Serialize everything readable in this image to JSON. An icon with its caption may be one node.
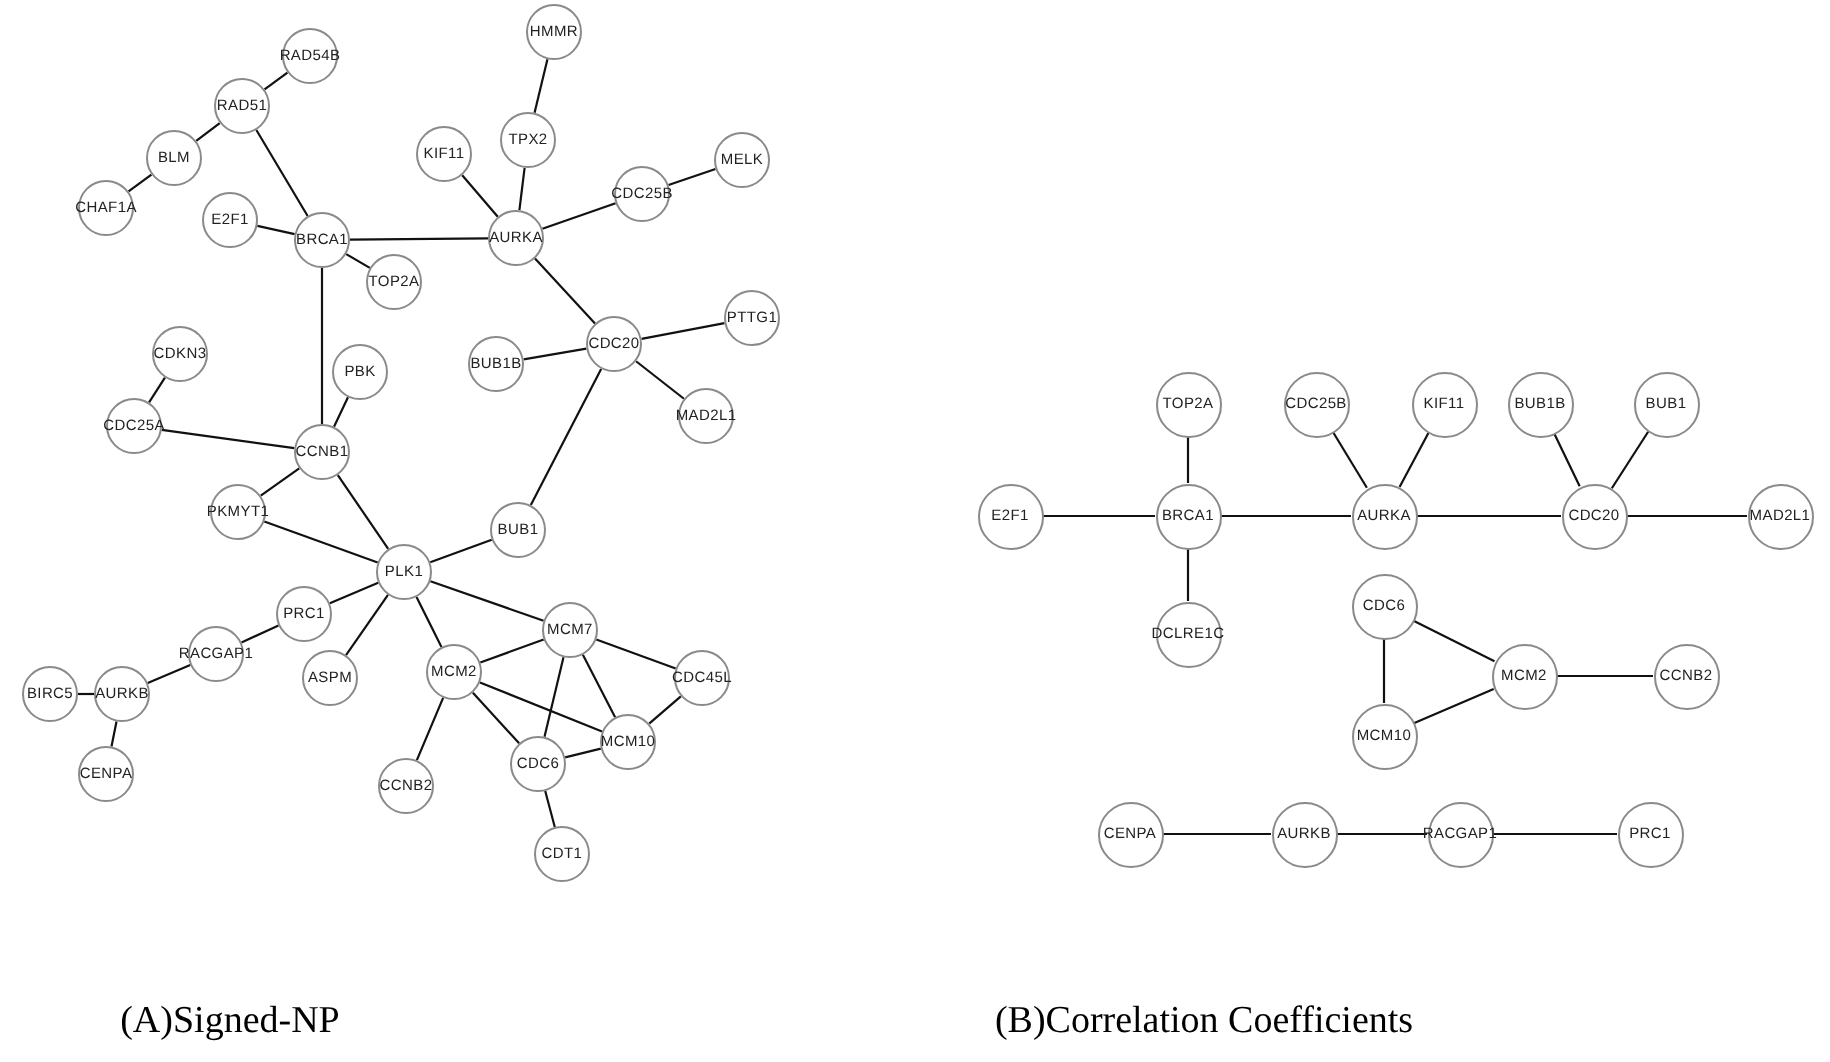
{
  "diagram": {
    "nodes": [
      {
        "text": [
          "HMMR"
        ]
      },
      {
        "text": [
          "RAD54B"
        ]
      },
      {
        "text": [
          "RAD51"
        ]
      },
      {
        "text": [
          "TPX2"
        ]
      },
      {
        "text": [
          "KIF11"
        ]
      },
      {
        "text": [
          "MELK"
        ]
      },
      {
        "text": [
          "BLM"
        ]
      },
      {
        "text": [
          "CDC25B"
        ]
      },
      {
        "text": [
          "CHAF1A"
        ]
      },
      {
        "text": [
          "E2F1"
        ]
      },
      {
        "text": [
          "BRCA1"
        ]
      },
      {
        "text": [
          "AURKA"
        ]
      },
      {
        "text": [
          "TOP2A"
        ]
      },
      {
        "text": [
          "CDKN3"
        ]
      },
      {
        "text": [
          "PBK"
        ]
      },
      {
        "text": [
          "BUB1B"
        ]
      },
      {
        "text": [
          "CDC20"
        ]
      },
      {
        "text": [
          "PTTG1"
        ]
      },
      {
        "text": [
          "MAD2L1"
        ]
      },
      {
        "text": [
          "CDC25A"
        ]
      },
      {
        "text": [
          "CCNB1"
        ]
      },
      {
        "text": [
          "PKMYT1"
        ]
      },
      {
        "text": [
          "BUB1"
        ]
      },
      {
        "text": [
          "PLK1"
        ]
      },
      {
        "text": [
          "PRC1"
        ]
      },
      {
        "text": [
          "RACGAP1"
        ]
      },
      {
        "text": [
          "MCM7"
        ]
      },
      {
        "text": [
          "ASPM"
        ]
      },
      {
        "text": [
          "MCM2"
        ]
      },
      {
        "text": [
          "BIRC5"
        ]
      },
      {
        "text": [
          "AURKB"
        ]
      },
      {
        "text": [
          "CDC45L"
        ]
      },
      {
        "text": [
          "MCM10"
        ]
      },
      {
        "text": [
          "CDC6"
        ]
      },
      {
        "text": [
          "CENPA"
        ]
      },
      {
        "text": [
          "CCNB2"
        ]
      },
      {
        "text": [
          "CDT1"
        ]
      },
      {
        "text": [
          "TOP2A"
        ]
      },
      {
        "text": [
          "CDC25B"
        ]
      },
      {
        "text": [
          "KIF11"
        ]
      },
      {
        "text": [
          "BUB1B"
        ]
      },
      {
        "text": [
          "BUB1"
        ]
      },
      {
        "text": [
          "E2F1"
        ]
      },
      {
        "text": [
          "BRCA1"
        ]
      },
      {
        "text": [
          "AURKA"
        ]
      },
      {
        "text": [
          "CDC20"
        ]
      },
      {
        "text": [
          "MAD2L1"
        ]
      },
      {
        "text": [
          "DCLRE1C"
        ]
      },
      {
        "text": [
          "CDC6"
        ]
      },
      {
        "text": [
          "MCM2"
        ]
      },
      {
        "text": [
          "CCNB2"
        ]
      },
      {
        "text": [
          "MCM10"
        ]
      },
      {
        "text": [
          "CENPA"
        ]
      },
      {
        "text": [
          "AURKB"
        ]
      },
      {
        "text": [
          "RACGAP1"
        ]
      },
      {
        "text": [
          "PRC1"
        ]
      }
    ],
    "edges": [
      {
        "from": 0,
        "to": 3,
        "arrow": "none"
      },
      {
        "from": 3,
        "to": 11,
        "arrow": "none"
      },
      {
        "from": 4,
        "to": 11,
        "arrow": "none"
      },
      {
        "from": 11,
        "to": 7,
        "arrow": "none"
      },
      {
        "from": 7,
        "to": 5,
        "arrow": "none"
      },
      {
        "from": 1,
        "to": 2,
        "arrow": "none"
      },
      {
        "from": 2,
        "to": 6,
        "arrow": "none"
      },
      {
        "from": 6,
        "to": 8,
        "arrow": "none"
      },
      {
        "from": 2,
        "to": 10,
        "arrow": "none"
      },
      {
        "from": 9,
        "to": 10,
        "arrow": "none"
      },
      {
        "from": 10,
        "to": 11,
        "arrow": "none"
      },
      {
        "from": 10,
        "to": 12,
        "arrow": "none"
      },
      {
        "from": 10,
        "to": 20,
        "arrow": "none"
      },
      {
        "from": 11,
        "to": 16,
        "arrow": "none"
      },
      {
        "from": 16,
        "to": 17,
        "arrow": "none"
      },
      {
        "from": 15,
        "to": 16,
        "arrow": "none"
      },
      {
        "from": 16,
        "to": 18,
        "arrow": "none"
      },
      {
        "from": 16,
        "to": 22,
        "arrow": "none"
      },
      {
        "from": 13,
        "to": 19,
        "arrow": "none"
      },
      {
        "from": 19,
        "to": 20,
        "arrow": "none"
      },
      {
        "from": 14,
        "to": 20,
        "arrow": "none"
      },
      {
        "from": 20,
        "to": 21,
        "arrow": "none"
      },
      {
        "from": 20,
        "to": 23,
        "arrow": "none"
      },
      {
        "from": 21,
        "to": 23,
        "arrow": "none"
      },
      {
        "from": 22,
        "to": 23,
        "arrow": "none"
      },
      {
        "from": 23,
        "to": 24,
        "arrow": "none"
      },
      {
        "from": 23,
        "to": 27,
        "arrow": "none"
      },
      {
        "from": 23,
        "to": 28,
        "arrow": "none"
      },
      {
        "from": 23,
        "to": 26,
        "arrow": "none"
      },
      {
        "from": 24,
        "to": 25,
        "arrow": "none"
      },
      {
        "from": 25,
        "to": 30,
        "arrow": "none"
      },
      {
        "from": 29,
        "to": 30,
        "arrow": "none"
      },
      {
        "from": 30,
        "to": 34,
        "arrow": "none"
      },
      {
        "from": 28,
        "to": 26,
        "arrow": "none"
      },
      {
        "from": 26,
        "to": 31,
        "arrow": "none"
      },
      {
        "from": 26,
        "to": 33,
        "arrow": "none"
      },
      {
        "from": 26,
        "to": 32,
        "arrow": "none"
      },
      {
        "from": 28,
        "to": 32,
        "arrow": "none"
      },
      {
        "from": 28,
        "to": 33,
        "arrow": "none"
      },
      {
        "from": 28,
        "to": 35,
        "arrow": "none"
      },
      {
        "from": 31,
        "to": 32,
        "arrow": "none"
      },
      {
        "from": 32,
        "to": 33,
        "arrow": "none"
      },
      {
        "from": 33,
        "to": 36,
        "arrow": "none"
      },
      {
        "from": 42,
        "to": 43,
        "arrow": "none"
      },
      {
        "from": 43,
        "to": 44,
        "arrow": "none"
      },
      {
        "from": 44,
        "to": 45,
        "arrow": "none"
      },
      {
        "from": 45,
        "to": 46,
        "arrow": "none"
      },
      {
        "from": 37,
        "to": 43,
        "arrow": "none"
      },
      {
        "from": 43,
        "to": 47,
        "arrow": "none"
      },
      {
        "from": 38,
        "to": 44,
        "arrow": "none"
      },
      {
        "from": 39,
        "to": 44,
        "arrow": "none"
      },
      {
        "from": 40,
        "to": 45,
        "arrow": "none"
      },
      {
        "from": 41,
        "to": 45,
        "arrow": "none"
      },
      {
        "from": 48,
        "to": 49,
        "arrow": "none"
      },
      {
        "from": 48,
        "to": 51,
        "arrow": "none"
      },
      {
        "from": 51,
        "to": 49,
        "arrow": "none"
      },
      {
        "from": 49,
        "to": 50,
        "arrow": "none"
      },
      {
        "from": 52,
        "to": 53,
        "arrow": "none"
      },
      {
        "from": 53,
        "to": 54,
        "arrow": "none"
      },
      {
        "from": 54,
        "to": 55,
        "arrow": "none"
      }
    ],
    "labels": [
      "(A)Signed-NP",
      "(B)Correlation Coefficients"
    ]
  }
}
